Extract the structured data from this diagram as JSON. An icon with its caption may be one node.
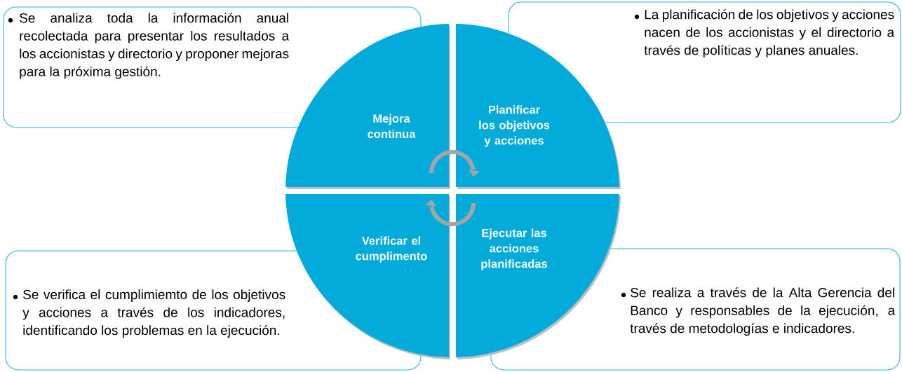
{
  "diagram": {
    "nodes": [
      {
        "text": [
          "Se analiza toda la información anual recolectada para presentar los resultados a los accionistas y directorio y proponer mejoras para la próxima gestión."
        ]
      },
      {
        "text": [
          "La planificación de los objetivos y acciones nacen de los accionistas y el directorio a través de políticas y planes anuales."
        ]
      },
      {
        "text": [
          "Mejora continua"
        ]
      },
      {
        "text": [
          "Planificar los objetivos y acciones"
        ]
      },
      {
        "text": [
          "Verificar el cumplimento"
        ]
      },
      {
        "text": [
          "Ejecutar las acciones planificadas"
        ]
      },
      {
        "text": [
          "Se verifica el cumplimiemto de los objetivos y acciones a través de los indicadores, identificando los problemas en la ejecución."
        ]
      },
      {
        "text": [
          "Se realiza a través de la Alta Gerencia del Banco y responsables de la ejecución, a través de metodologías e indicadores."
        ]
      }
    ],
    "edges": [
      {
        "from": 2,
        "to": 3,
        "arrow": "to"
      },
      {
        "from": 5,
        "to": 4,
        "arrow": "to"
      }
    ]
  }
}
